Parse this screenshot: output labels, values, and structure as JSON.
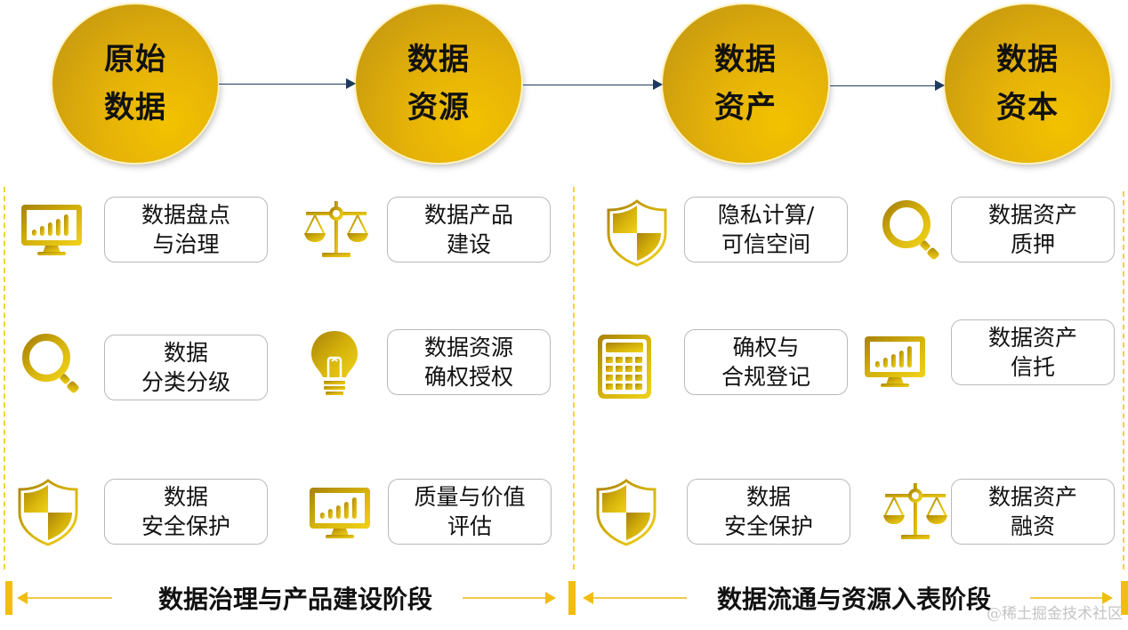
{
  "colors": {
    "gold": "#e5b208",
    "gold_dark": "#b88c12",
    "icon_gold": "#d4b10a",
    "navy_arrow": "#1f3a5f",
    "dashed_line": "#f2d23a",
    "phase_bar": "#f2bd12",
    "box_border": "#b9b9b9",
    "text": "#111111",
    "watermark": "#c4c4c4"
  },
  "stages": [
    {
      "line1": "原始",
      "line2": "数据"
    },
    {
      "line1": "数据",
      "line2": "资源"
    },
    {
      "line1": "数据",
      "line2": "资产"
    },
    {
      "line1": "数据",
      "line2": "资本"
    }
  ],
  "phases": [
    {
      "label": "数据治理与产品建设阶段",
      "items": [
        {
          "icon": "monitor-chart-icon",
          "line1": "数据盘点",
          "line2": "与治理"
        },
        {
          "icon": "balance-scale-icon",
          "line1": "数据产品",
          "line2": "建设"
        },
        {
          "icon": "magnifier-icon",
          "line1": "数据",
          "line2": "分类分级"
        },
        {
          "icon": "lightbulb-icon",
          "line1": "数据资源",
          "line2": "确权授权"
        },
        {
          "icon": "shield-icon",
          "line1": "数据",
          "line2": "安全保护"
        },
        {
          "icon": "monitor-chart-icon",
          "line1": "质量与价值",
          "line2": "评估"
        }
      ]
    },
    {
      "label": "数据流通与资源入表阶段",
      "items": [
        {
          "icon": "shield-icon",
          "line1": "隐私计算/",
          "line2": "可信空间"
        },
        {
          "icon": "magnifier-icon",
          "line1": "数据资产",
          "line2": "质押"
        },
        {
          "icon": "calculator-icon",
          "line1": "确权与",
          "line2": "合规登记"
        },
        {
          "icon": "monitor-chart-icon",
          "line1": "数据资产",
          "line2": "信托"
        },
        {
          "icon": "shield-icon",
          "line1": "数据",
          "line2": "安全保护"
        },
        {
          "icon": "balance-scale-icon",
          "line1": "数据资产",
          "line2": "融资"
        }
      ]
    }
  ],
  "watermark": "@稀土掘金技术社区"
}
